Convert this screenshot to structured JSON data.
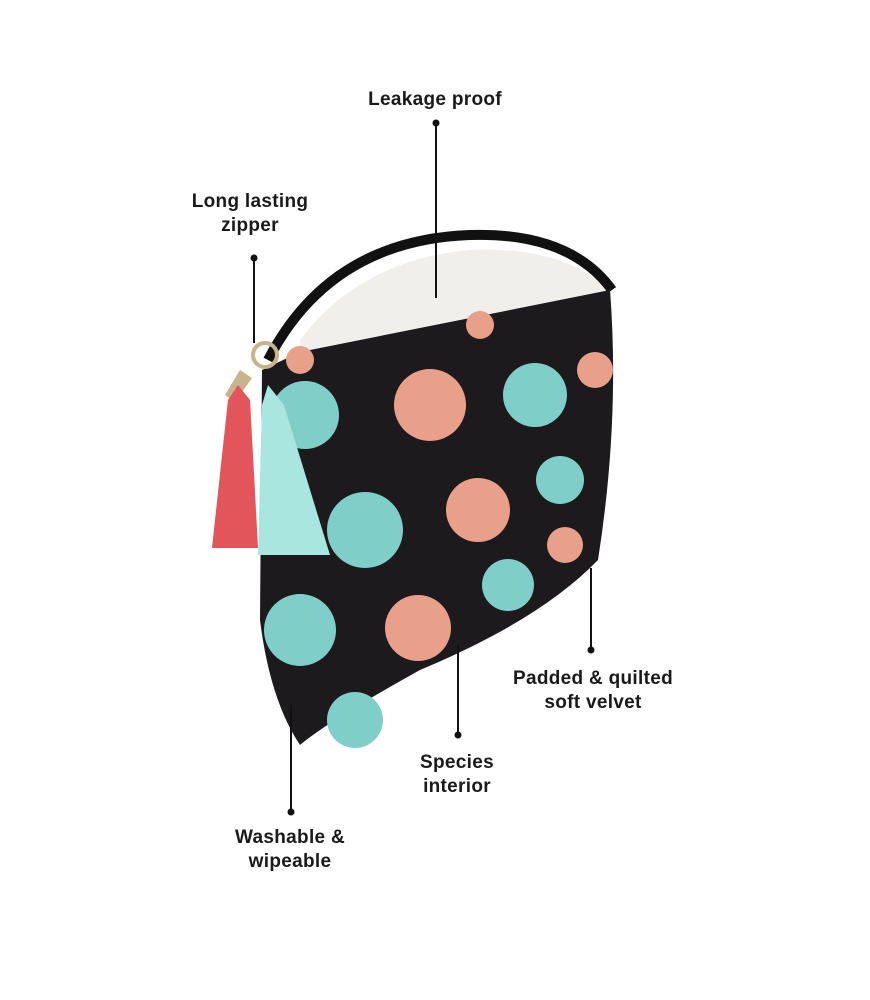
{
  "callouts": {
    "leakage": "Leakage proof",
    "zipper_l1": "Long lasting",
    "zipper_l2": "zipper",
    "padded_l1": "Padded & quilted",
    "padded_l2": "soft velvet",
    "interior_l1": "Species",
    "interior_l2": "interior",
    "washable_l1": "Washable &",
    "washable_l2": "wipeable"
  },
  "colors": {
    "bag": "#1c1a1d",
    "teal": "#7fcfc8",
    "peach": "#e9a08a",
    "tassel_red": "#e2555a",
    "tassel_mint": "#a9e6df",
    "lining": "#f1efec"
  }
}
